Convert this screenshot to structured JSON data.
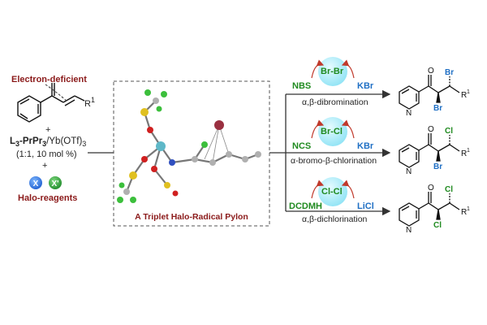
{
  "substrate": {
    "label": "Electron-deficient",
    "r_group": "R",
    "r_sup": "1"
  },
  "catalyst": {
    "plus1": "+",
    "line1_L": "L",
    "line1_L_sub": "3",
    "line1_main": "-PrPr",
    "line1_main_sub": "3",
    "line1_tail": "/Yb(OTf)",
    "line1_tail_sub": "3",
    "line2": "(1:1, 10 mol %)",
    "plus2": "+"
  },
  "reagents": {
    "x": "X",
    "x_prime": "X'",
    "label": "Halo-reagents"
  },
  "center": {
    "caption": "A Triplet Halo-Radical Pylon"
  },
  "reactions": [
    {
      "left_reagent": "NBS",
      "bubble": "Br-Br",
      "right_reagent": "KBr",
      "name": "α,β-dibromination",
      "alpha_sub": "Br",
      "beta_sub": "Br"
    },
    {
      "left_reagent": "NCS",
      "bubble": "Br-Cl",
      "right_reagent": "KBr",
      "name": "α-bromo-β-chlorination",
      "alpha_sub": "Br",
      "beta_sub": "Cl"
    },
    {
      "left_reagent": "DCDMH",
      "bubble": "Cl-Cl",
      "right_reagent": "LiCl",
      "name": "α,β-dichlorination",
      "alpha_sub": "Cl",
      "beta_sub": "Cl"
    }
  ],
  "product": {
    "carbonyl_o": "O",
    "ring_n": "N",
    "r_group": "R",
    "r_sup": "1"
  },
  "colors": {
    "dark_red": "#8b1a1a",
    "green": "#1f8a1f",
    "blue": "#1f6fc4",
    "bubble": "#9eeaf7",
    "yb_atom": "#5fb8c8",
    "f_atom": "#3cbf3c",
    "s_atom": "#e0c020",
    "o_atom": "#d02020",
    "c_atom": "#b0b0b0",
    "br_atom": "#9a3040"
  }
}
